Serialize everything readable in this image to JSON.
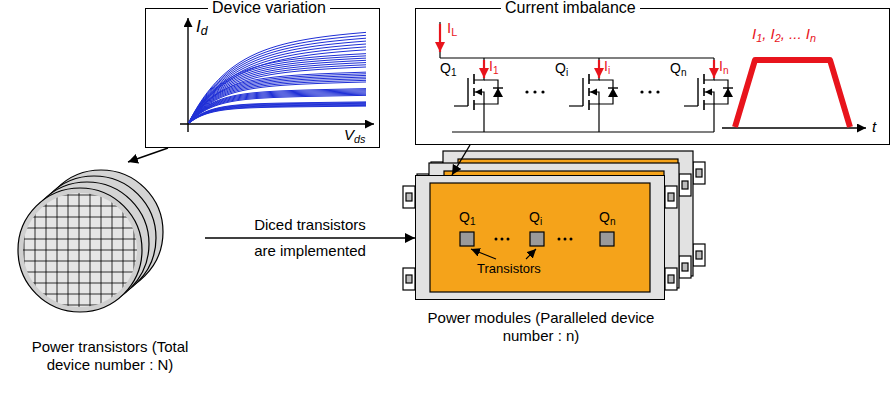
{
  "diagram": {
    "nodes": [
      {
        "text": [
          "Device variation"
        ]
      },
      {
        "text": [
          "Current imbalance"
        ]
      },
      {
        "text": [
          "Power transistors (Total device number : N)"
        ]
      },
      {
        "text": [
          "Power modules (Paralleled device number : n)"
        ]
      }
    ],
    "edges": [
      {
        "from": 0,
        "to": 2,
        "arrow": "to"
      },
      {
        "from": 1,
        "to": 3,
        "arrow": "to"
      },
      {
        "from": 2,
        "to": 3,
        "arrow": "to",
        "label": "Diced transistors are implemented"
      }
    ],
    "labels": [
      "I",
      "d",
      "V",
      "ds",
      "Q",
      "1",
      "Q",
      "i",
      "Q",
      "n",
      "I",
      "L",
      "I",
      "1",
      "I",
      "i",
      "I",
      "n",
      "I",
      "1",
      ", I",
      "2",
      ", ... I",
      "n",
      "t",
      "Q",
      "1",
      "Q",
      "i",
      "Q",
      "n",
      "Transistors"
    ]
  }
}
